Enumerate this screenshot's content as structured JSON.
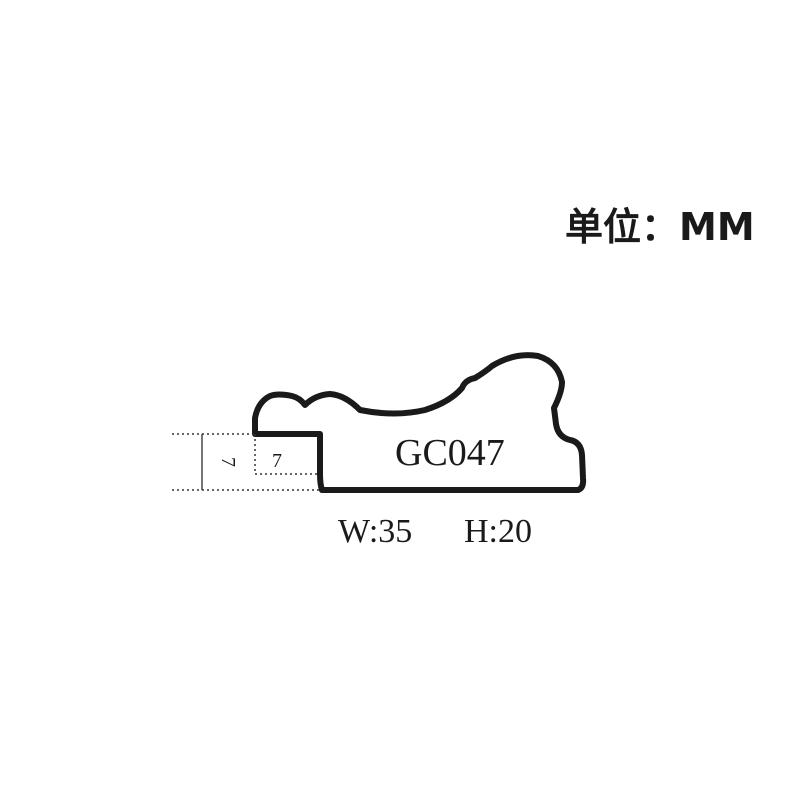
{
  "unit_label": "单位：MM",
  "profile": {
    "code": "GC047",
    "width_text": "W:35",
    "height_text": "H:20",
    "rebate_height": "7",
    "rebate_width": "7"
  },
  "colors": {
    "outline": "#1a1a1a",
    "dotted": "#333333",
    "background": "#ffffff"
  }
}
